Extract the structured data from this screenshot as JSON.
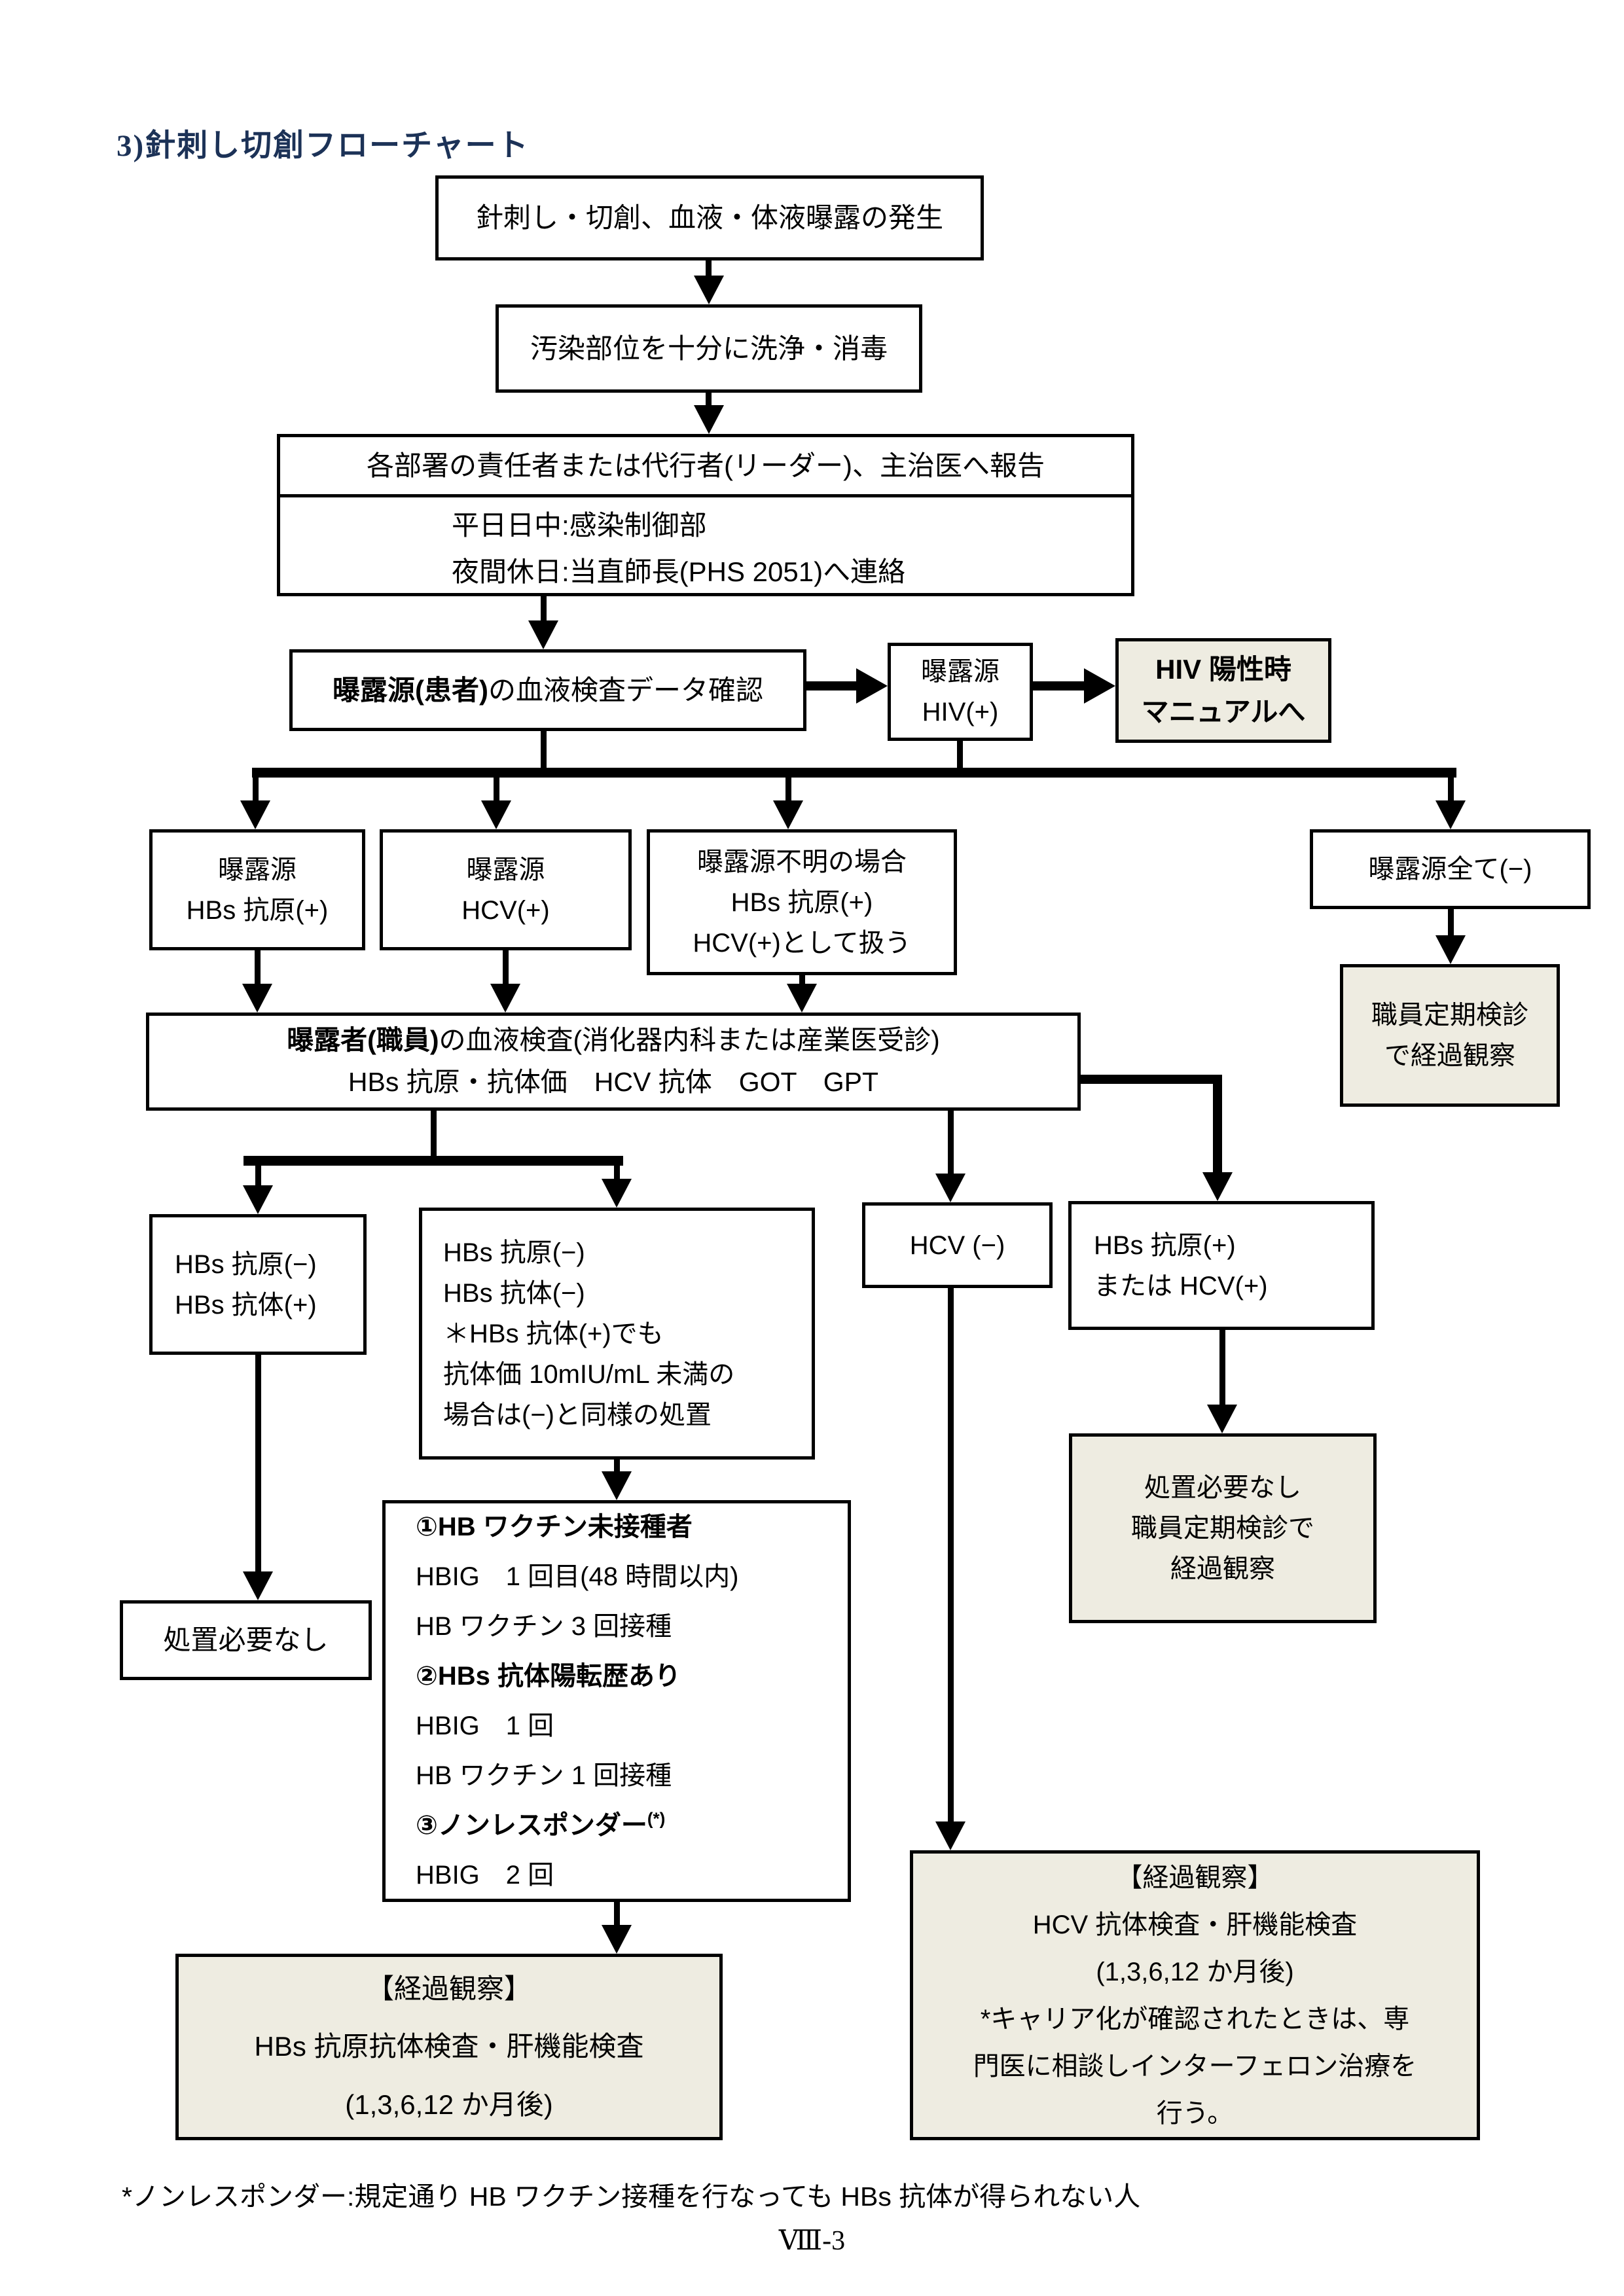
{
  "page": {
    "title": "3)針刺し切創フローチャート",
    "footnote": "*ノンレスポンダー:規定通り HB ワクチン接種を行なっても HBs 抗体が得られない人",
    "page_number": "Ⅷ-3"
  },
  "colors": {
    "accent_fill": "#eeece1",
    "title_color": "#1c3257",
    "line_color": "#000000"
  },
  "boxes": {
    "occurrence": {
      "text": "針刺し・切創、血液・体液曝露の発生"
    },
    "wash": {
      "text": "汚染部位を十分に洗浄・消毒"
    },
    "report": {
      "heading": "各部署の責任者または代行者(リーダー)、主治医へ報告",
      "weekday": "平日日中:感染制御部",
      "night": "夜間休日:当直師長(PHS 2051)へ連絡"
    },
    "source_check": {
      "bold": "曝露源(患者)",
      "rest": "の血液検査データ確認"
    },
    "hiv": {
      "line1": "曝露源",
      "line2": "HIV(+)"
    },
    "manual": {
      "line1": "HIV 陽性時",
      "line2": "マニュアルへ"
    },
    "src_hbs": {
      "line1": "曝露源",
      "line2": "HBs 抗原(+)"
    },
    "src_hcv": {
      "line1": "曝露源",
      "line2": "HCV(+)"
    },
    "src_unknown": {
      "line1": "曝露源不明の場合",
      "line2": "HBs 抗原(+)",
      "line3": "HCV(+)として扱う"
    },
    "src_all_neg": {
      "text": "曝露源全て(−)"
    },
    "periodic": {
      "line1": "職員定期検診",
      "line2": "で経過観察"
    },
    "worker": {
      "bold": "曝露者(職員)",
      "rest": "の血液検査(消化器内科または産業医受診)",
      "line2": "HBs 抗原・抗体価　HCV 抗体　GOT　GPT"
    },
    "hbs_neg_pos": {
      "line1": "HBs 抗原(−)",
      "line2": "HBs 抗体(+)"
    },
    "hbs_neg_neg": {
      "line1": "HBs 抗原(−)",
      "line2": "HBs 抗体(−)",
      "line3": "＊HBs 抗体(+)でも",
      "line4": "抗体価 10mIU/mL 未満の",
      "line5": "場合は(−)と同様の処置"
    },
    "hcv_neg": {
      "text": "HCV (−)"
    },
    "hbs_pos": {
      "line1": "HBs 抗原(+)",
      "line2": "または HCV(+)"
    },
    "no_treatment": {
      "text": "処置必要なし"
    },
    "no_treatment_periodic": {
      "line1": "処置必要なし",
      "line2": "職員定期検診で",
      "line3": "経過観察"
    },
    "vaccine": {
      "l1": "①HB ワクチン未接種者",
      "l2": "HBIG　1 回目(48 時間以内)",
      "l3": "HB ワクチン 3 回接種",
      "l4": "②HBs 抗体陽転歴あり",
      "l5": "HBIG　1 回",
      "l6": "HB ワクチン 1 回接種",
      "l7": "③ノンレスポンダー",
      "l7sup": "(*)",
      "l8": "HBIG　2 回"
    },
    "followup_hbs": {
      "line1": "【経過観察】",
      "line2": "HBs 抗原抗体検査・肝機能検査",
      "line3": "(1,3,6,12 か月後)"
    },
    "followup_hcv": {
      "line1": "【経過観察】",
      "line2": "HCV 抗体検査・肝機能検査",
      "line3": "(1,3,6,12 か月後)",
      "line4": "*キャリア化が確認されたときは、専",
      "line5": "門医に相談しインターフェロン治療を",
      "line6": "行う。"
    }
  }
}
